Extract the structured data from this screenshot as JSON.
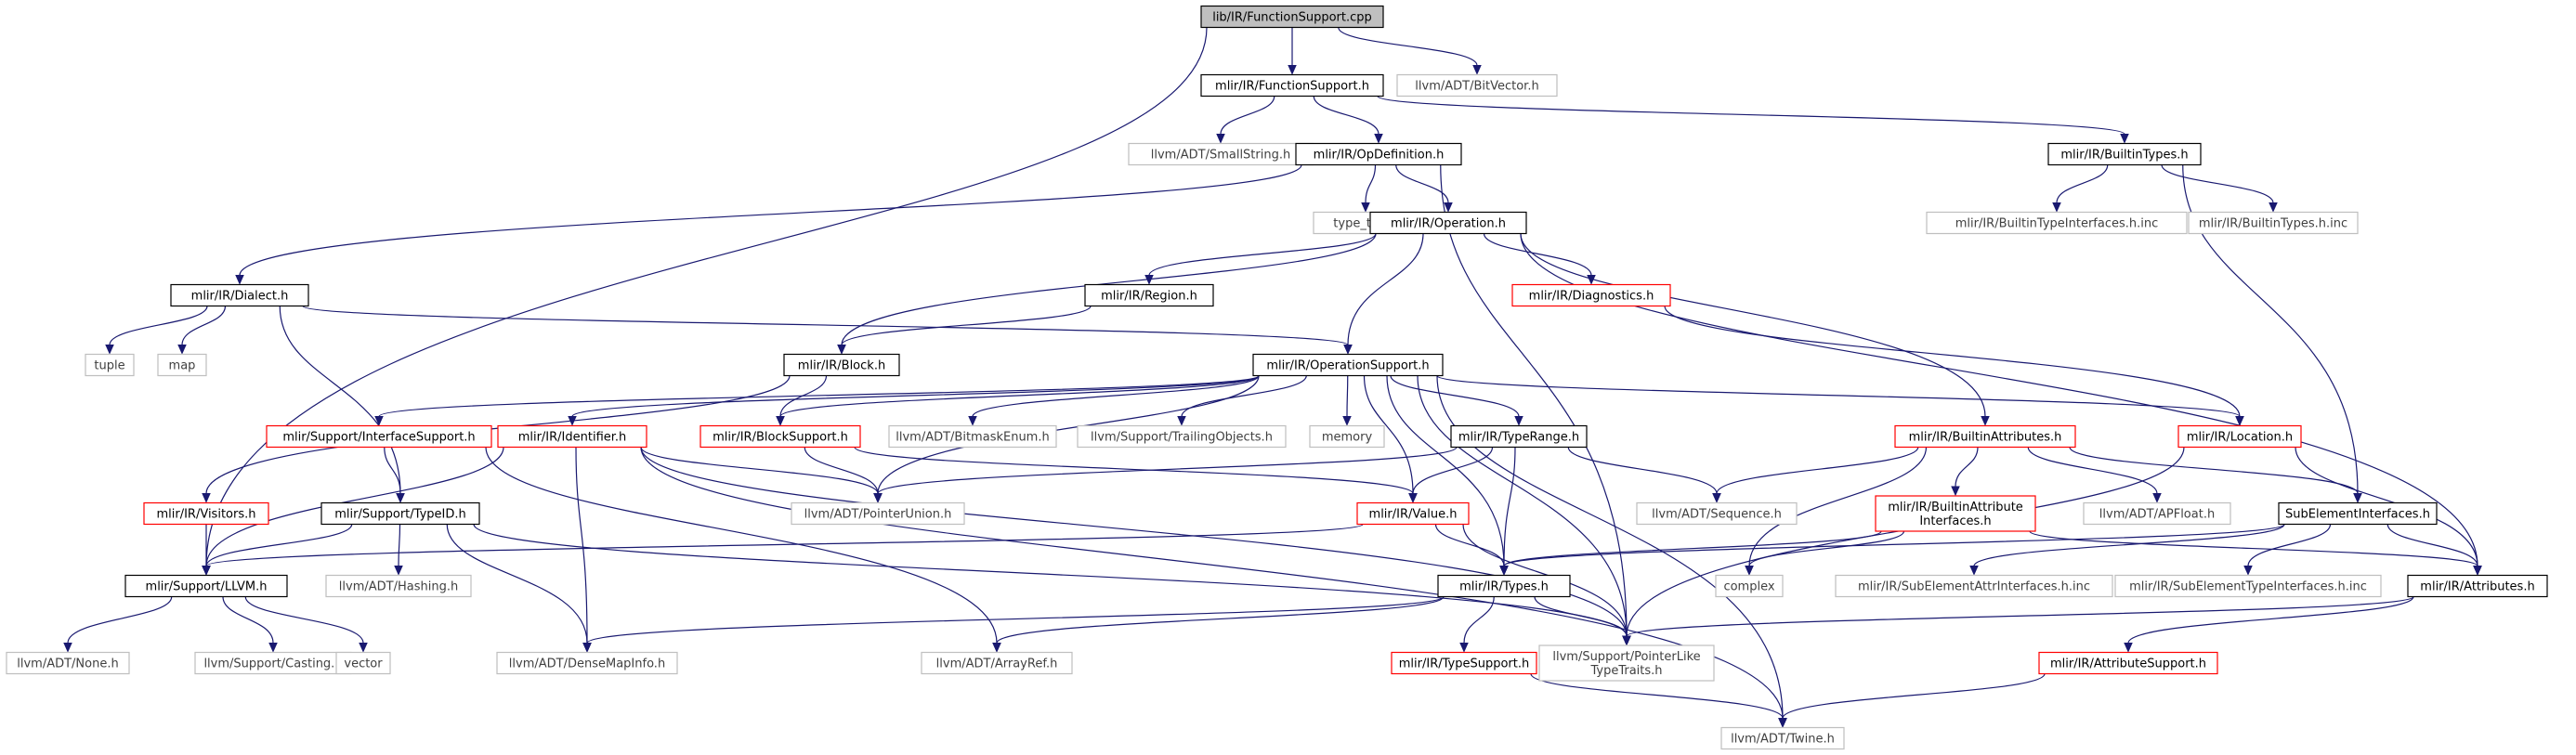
{
  "colors": {
    "edge": "#191970",
    "focus_fill": "#bfbfbf",
    "border_documented": "#000000",
    "border_truncated": "#ff0000",
    "border_external": "#bfbfbf",
    "text_external": "#404040"
  },
  "nodes": [
    {
      "id": "root",
      "lines": [
        "lib/IR/FunctionSupport.cpp"
      ],
      "kind": "focus"
    },
    {
      "id": "fsupport",
      "lines": [
        "mlir/IR/FunctionSupport.h"
      ],
      "kind": "doc"
    },
    {
      "id": "bitvector",
      "lines": [
        "llvm/ADT/BitVector.h"
      ],
      "kind": "ext"
    },
    {
      "id": "smallstring",
      "lines": [
        "llvm/ADT/SmallString.h"
      ],
      "kind": "ext"
    },
    {
      "id": "opdef",
      "lines": [
        "mlir/IR/OpDefinition.h"
      ],
      "kind": "doc"
    },
    {
      "id": "builtintypes",
      "lines": [
        "mlir/IR/BuiltinTypes.h"
      ],
      "kind": "doc"
    },
    {
      "id": "typetraits",
      "lines": [
        "type_traits"
      ],
      "kind": "ext"
    },
    {
      "id": "operation",
      "lines": [
        "mlir/IR/Operation.h"
      ],
      "kind": "doc"
    },
    {
      "id": "btinterfaces",
      "lines": [
        "mlir/IR/BuiltinTypeInterfaces.h.inc"
      ],
      "kind": "ext"
    },
    {
      "id": "btinc",
      "lines": [
        "mlir/IR/BuiltinTypes.h.inc"
      ],
      "kind": "ext"
    },
    {
      "id": "dialect",
      "lines": [
        "mlir/IR/Dialect.h"
      ],
      "kind": "doc"
    },
    {
      "id": "region",
      "lines": [
        "mlir/IR/Region.h"
      ],
      "kind": "doc"
    },
    {
      "id": "diagnostics",
      "lines": [
        "mlir/IR/Diagnostics.h"
      ],
      "kind": "trunc"
    },
    {
      "id": "tuple",
      "lines": [
        "tuple"
      ],
      "kind": "ext"
    },
    {
      "id": "map",
      "lines": [
        "map"
      ],
      "kind": "ext"
    },
    {
      "id": "block",
      "lines": [
        "mlir/IR/Block.h"
      ],
      "kind": "doc"
    },
    {
      "id": "opsupport",
      "lines": [
        "mlir/IR/OperationSupport.h"
      ],
      "kind": "doc"
    },
    {
      "id": "ifacesupport",
      "lines": [
        "mlir/Support/InterfaceSupport.h"
      ],
      "kind": "trunc"
    },
    {
      "id": "identifier",
      "lines": [
        "mlir/IR/Identifier.h"
      ],
      "kind": "trunc"
    },
    {
      "id": "blocksupport",
      "lines": [
        "mlir/IR/BlockSupport.h"
      ],
      "kind": "trunc"
    },
    {
      "id": "bitmaskenum",
      "lines": [
        "llvm/ADT/BitmaskEnum.h"
      ],
      "kind": "ext"
    },
    {
      "id": "trailingobj",
      "lines": [
        "llvm/Support/TrailingObjects.h"
      ],
      "kind": "ext"
    },
    {
      "id": "memory",
      "lines": [
        "memory"
      ],
      "kind": "ext"
    },
    {
      "id": "typerange",
      "lines": [
        "mlir/IR/TypeRange.h"
      ],
      "kind": "doc"
    },
    {
      "id": "builtinattrs",
      "lines": [
        "mlir/IR/BuiltinAttributes.h"
      ],
      "kind": "trunc"
    },
    {
      "id": "location",
      "lines": [
        "mlir/IR/Location.h"
      ],
      "kind": "trunc"
    },
    {
      "id": "visitors",
      "lines": [
        "mlir/IR/Visitors.h"
      ],
      "kind": "trunc"
    },
    {
      "id": "typeid",
      "lines": [
        "mlir/Support/TypeID.h"
      ],
      "kind": "doc"
    },
    {
      "id": "pointerunion",
      "lines": [
        "llvm/ADT/PointerUnion.h"
      ],
      "kind": "ext"
    },
    {
      "id": "value",
      "lines": [
        "mlir/IR/Value.h"
      ],
      "kind": "trunc"
    },
    {
      "id": "sequence",
      "lines": [
        "llvm/ADT/Sequence.h"
      ],
      "kind": "ext"
    },
    {
      "id": "batinterfaces",
      "lines": [
        "mlir/IR/BuiltinAttribute",
        "Interfaces.h"
      ],
      "kind": "trunc"
    },
    {
      "id": "apfloat",
      "lines": [
        "llvm/ADT/APFloat.h"
      ],
      "kind": "ext"
    },
    {
      "id": "subelem",
      "lines": [
        "SubElementInterfaces.h"
      ],
      "kind": "doc"
    },
    {
      "id": "llvmh",
      "lines": [
        "mlir/Support/LLVM.h"
      ],
      "kind": "doc"
    },
    {
      "id": "hashing",
      "lines": [
        "llvm/ADT/Hashing.h"
      ],
      "kind": "ext"
    },
    {
      "id": "types",
      "lines": [
        "mlir/IR/Types.h"
      ],
      "kind": "doc"
    },
    {
      "id": "complex",
      "lines": [
        "complex"
      ],
      "kind": "ext"
    },
    {
      "id": "subattrinc",
      "lines": [
        "mlir/IR/SubElementAttrInterfaces.h.inc"
      ],
      "kind": "ext"
    },
    {
      "id": "subtypeinc",
      "lines": [
        "mlir/IR/SubElementTypeInterfaces.h.inc"
      ],
      "kind": "ext"
    },
    {
      "id": "attributes",
      "lines": [
        "mlir/IR/Attributes.h"
      ],
      "kind": "doc"
    },
    {
      "id": "none",
      "lines": [
        "llvm/ADT/None.h"
      ],
      "kind": "ext"
    },
    {
      "id": "casting",
      "lines": [
        "llvm/Support/Casting.h"
      ],
      "kind": "ext"
    },
    {
      "id": "vector",
      "lines": [
        "vector"
      ],
      "kind": "ext"
    },
    {
      "id": "densemapinfo",
      "lines": [
        "llvm/ADT/DenseMapInfo.h"
      ],
      "kind": "ext"
    },
    {
      "id": "arrayref",
      "lines": [
        "llvm/ADT/ArrayRef.h"
      ],
      "kind": "ext"
    },
    {
      "id": "typesupport",
      "lines": [
        "mlir/IR/TypeSupport.h"
      ],
      "kind": "trunc"
    },
    {
      "id": "ptrliketraits",
      "lines": [
        "llvm/Support/PointerLike",
        "TypeTraits.h"
      ],
      "kind": "ext"
    },
    {
      "id": "attrsupport",
      "lines": [
        "mlir/IR/AttributeSupport.h"
      ],
      "kind": "trunc"
    },
    {
      "id": "twine",
      "lines": [
        "llvm/ADT/Twine.h"
      ],
      "kind": "ext"
    }
  ],
  "edges": [
    [
      "root",
      "fsupport"
    ],
    [
      "root",
      "bitvector"
    ],
    [
      "root",
      "llvmh"
    ],
    [
      "fsupport",
      "smallstring"
    ],
    [
      "fsupport",
      "opdef"
    ],
    [
      "fsupport",
      "builtintypes"
    ],
    [
      "opdef",
      "typetraits"
    ],
    [
      "opdef",
      "operation"
    ],
    [
      "opdef",
      "dialect"
    ],
    [
      "opdef",
      "ptrliketraits"
    ],
    [
      "builtintypes",
      "btinterfaces"
    ],
    [
      "builtintypes",
      "btinc"
    ],
    [
      "builtintypes",
      "subelem"
    ],
    [
      "operation",
      "region"
    ],
    [
      "operation",
      "diagnostics"
    ],
    [
      "operation",
      "block"
    ],
    [
      "operation",
      "opsupport"
    ],
    [
      "operation",
      "builtinattrs"
    ],
    [
      "operation",
      "attributes"
    ],
    [
      "dialect",
      "tuple"
    ],
    [
      "dialect",
      "map"
    ],
    [
      "dialect",
      "opsupport"
    ],
    [
      "dialect",
      "typeid"
    ],
    [
      "region",
      "block"
    ],
    [
      "diagnostics",
      "location"
    ],
    [
      "block",
      "blocksupport"
    ],
    [
      "block",
      "visitors"
    ],
    [
      "opsupport",
      "ifacesupport"
    ],
    [
      "opsupport",
      "identifier"
    ],
    [
      "opsupport",
      "blocksupport"
    ],
    [
      "opsupport",
      "bitmaskenum"
    ],
    [
      "opsupport",
      "trailingobj"
    ],
    [
      "opsupport",
      "memory"
    ],
    [
      "opsupport",
      "typerange"
    ],
    [
      "opsupport",
      "location"
    ],
    [
      "opsupport",
      "pointerunion"
    ],
    [
      "opsupport",
      "value"
    ],
    [
      "opsupport",
      "types"
    ],
    [
      "opsupport",
      "ptrliketraits"
    ],
    [
      "opsupport",
      "twine"
    ],
    [
      "ifacesupport",
      "typeid"
    ],
    [
      "ifacesupport",
      "arrayref"
    ],
    [
      "identifier",
      "llvmh"
    ],
    [
      "identifier",
      "pointerunion"
    ],
    [
      "identifier",
      "densemapinfo"
    ],
    [
      "identifier",
      "ptrliketraits"
    ],
    [
      "identifier",
      "twine"
    ],
    [
      "blocksupport",
      "pointerunion"
    ],
    [
      "blocksupport",
      "value"
    ],
    [
      "typerange",
      "pointerunion"
    ],
    [
      "typerange",
      "value"
    ],
    [
      "typerange",
      "sequence"
    ],
    [
      "typerange",
      "types"
    ],
    [
      "builtinattrs",
      "sequence"
    ],
    [
      "builtinattrs",
      "batinterfaces"
    ],
    [
      "builtinattrs",
      "apfloat"
    ],
    [
      "builtinattrs",
      "subelem"
    ],
    [
      "builtinattrs",
      "complex"
    ],
    [
      "location",
      "attributes"
    ],
    [
      "location",
      "ptrliketraits"
    ],
    [
      "visitors",
      "llvmh"
    ],
    [
      "typeid",
      "llvmh"
    ],
    [
      "typeid",
      "hashing"
    ],
    [
      "typeid",
      "densemapinfo"
    ],
    [
      "typeid",
      "ptrliketraits"
    ],
    [
      "value",
      "types"
    ],
    [
      "value",
      "ptrliketraits"
    ],
    [
      "value",
      "llvmh"
    ],
    [
      "batinterfaces",
      "complex"
    ],
    [
      "batinterfaces",
      "types"
    ],
    [
      "batinterfaces",
      "attributes"
    ],
    [
      "subelem",
      "types"
    ],
    [
      "subelem",
      "subattrinc"
    ],
    [
      "subelem",
      "subtypeinc"
    ],
    [
      "subelem",
      "attributes"
    ],
    [
      "llvmh",
      "none"
    ],
    [
      "llvmh",
      "casting"
    ],
    [
      "llvmh",
      "vector"
    ],
    [
      "types",
      "densemapinfo"
    ],
    [
      "types",
      "arrayref"
    ],
    [
      "types",
      "typesupport"
    ],
    [
      "types",
      "ptrliketraits"
    ],
    [
      "typesupport",
      "twine"
    ],
    [
      "attributes",
      "attrsupport"
    ],
    [
      "attributes",
      "ptrliketraits"
    ],
    [
      "attrsupport",
      "twine"
    ]
  ]
}
